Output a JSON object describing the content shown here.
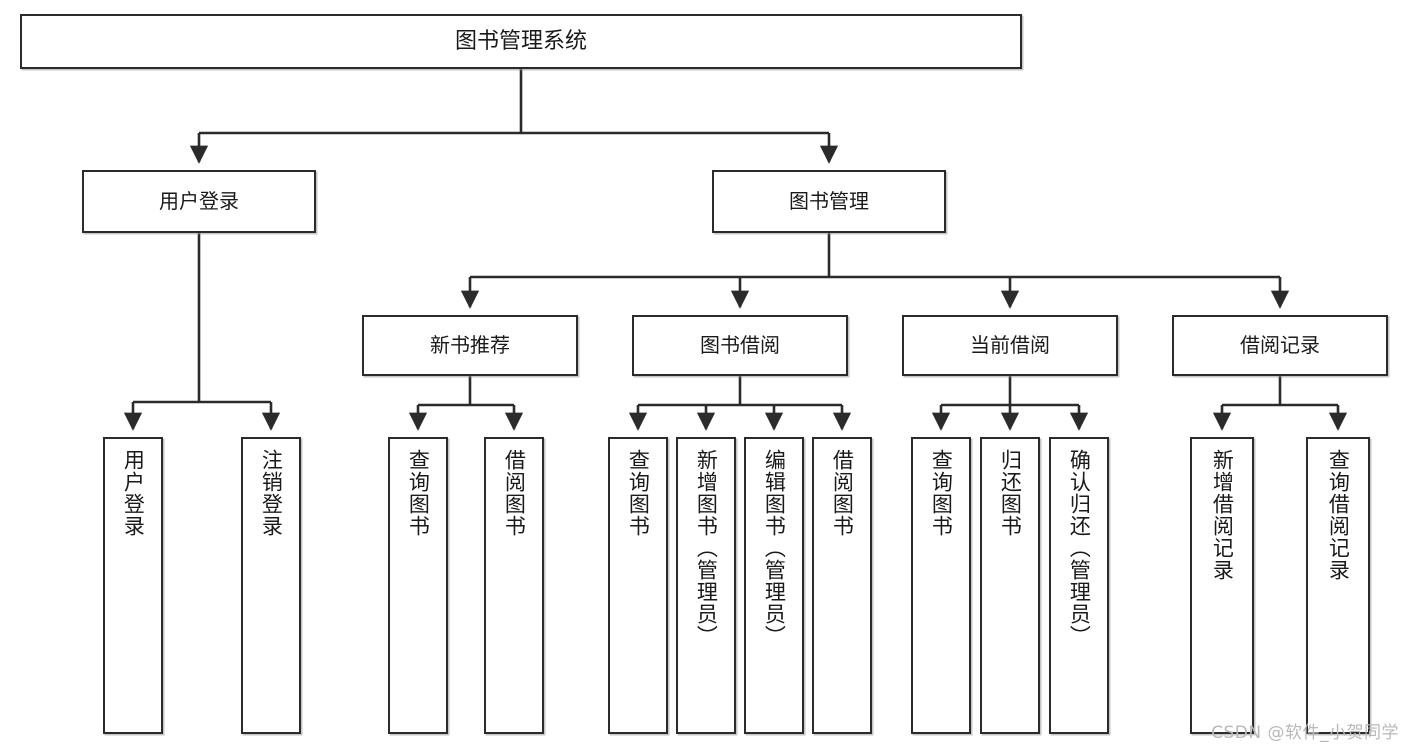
{
  "diagram": {
    "type": "tree",
    "title": "图书管理系统",
    "watermark": "CSDN @软件_小贺同学",
    "colors": {
      "node_border": "#2b2b2b",
      "node_fill": "#ffffff",
      "edge": "#2b2b2b",
      "text": "#1a1a1a",
      "watermark": "#b8b8b8",
      "background": "#ffffff"
    },
    "root": {
      "label": "图书管理系统"
    },
    "level2": [
      {
        "label": "用户登录"
      },
      {
        "label": "图书管理"
      }
    ],
    "level3": [
      {
        "label": "新书推荐"
      },
      {
        "label": "图书借阅"
      },
      {
        "label": "当前借阅"
      },
      {
        "label": "借阅记录"
      }
    ],
    "leaves": {
      "user_login": [
        {
          "label": "用户登录"
        },
        {
          "label": "注销登录"
        }
      ],
      "new_book_recommend": [
        {
          "label": "查询图书"
        },
        {
          "label": "借阅图书"
        }
      ],
      "book_borrow": [
        {
          "label": "查询图书"
        },
        {
          "label": "新增图书（管理员）"
        },
        {
          "label": "编辑图书（管理员）"
        },
        {
          "label": "借阅图书"
        }
      ],
      "current_borrow": [
        {
          "label": "查询图书"
        },
        {
          "label": "归还图书"
        },
        {
          "label": "确认归还（管理员）"
        }
      ],
      "borrow_record": [
        {
          "label": "新增借阅记录"
        },
        {
          "label": "查询借阅记录"
        }
      ]
    }
  }
}
